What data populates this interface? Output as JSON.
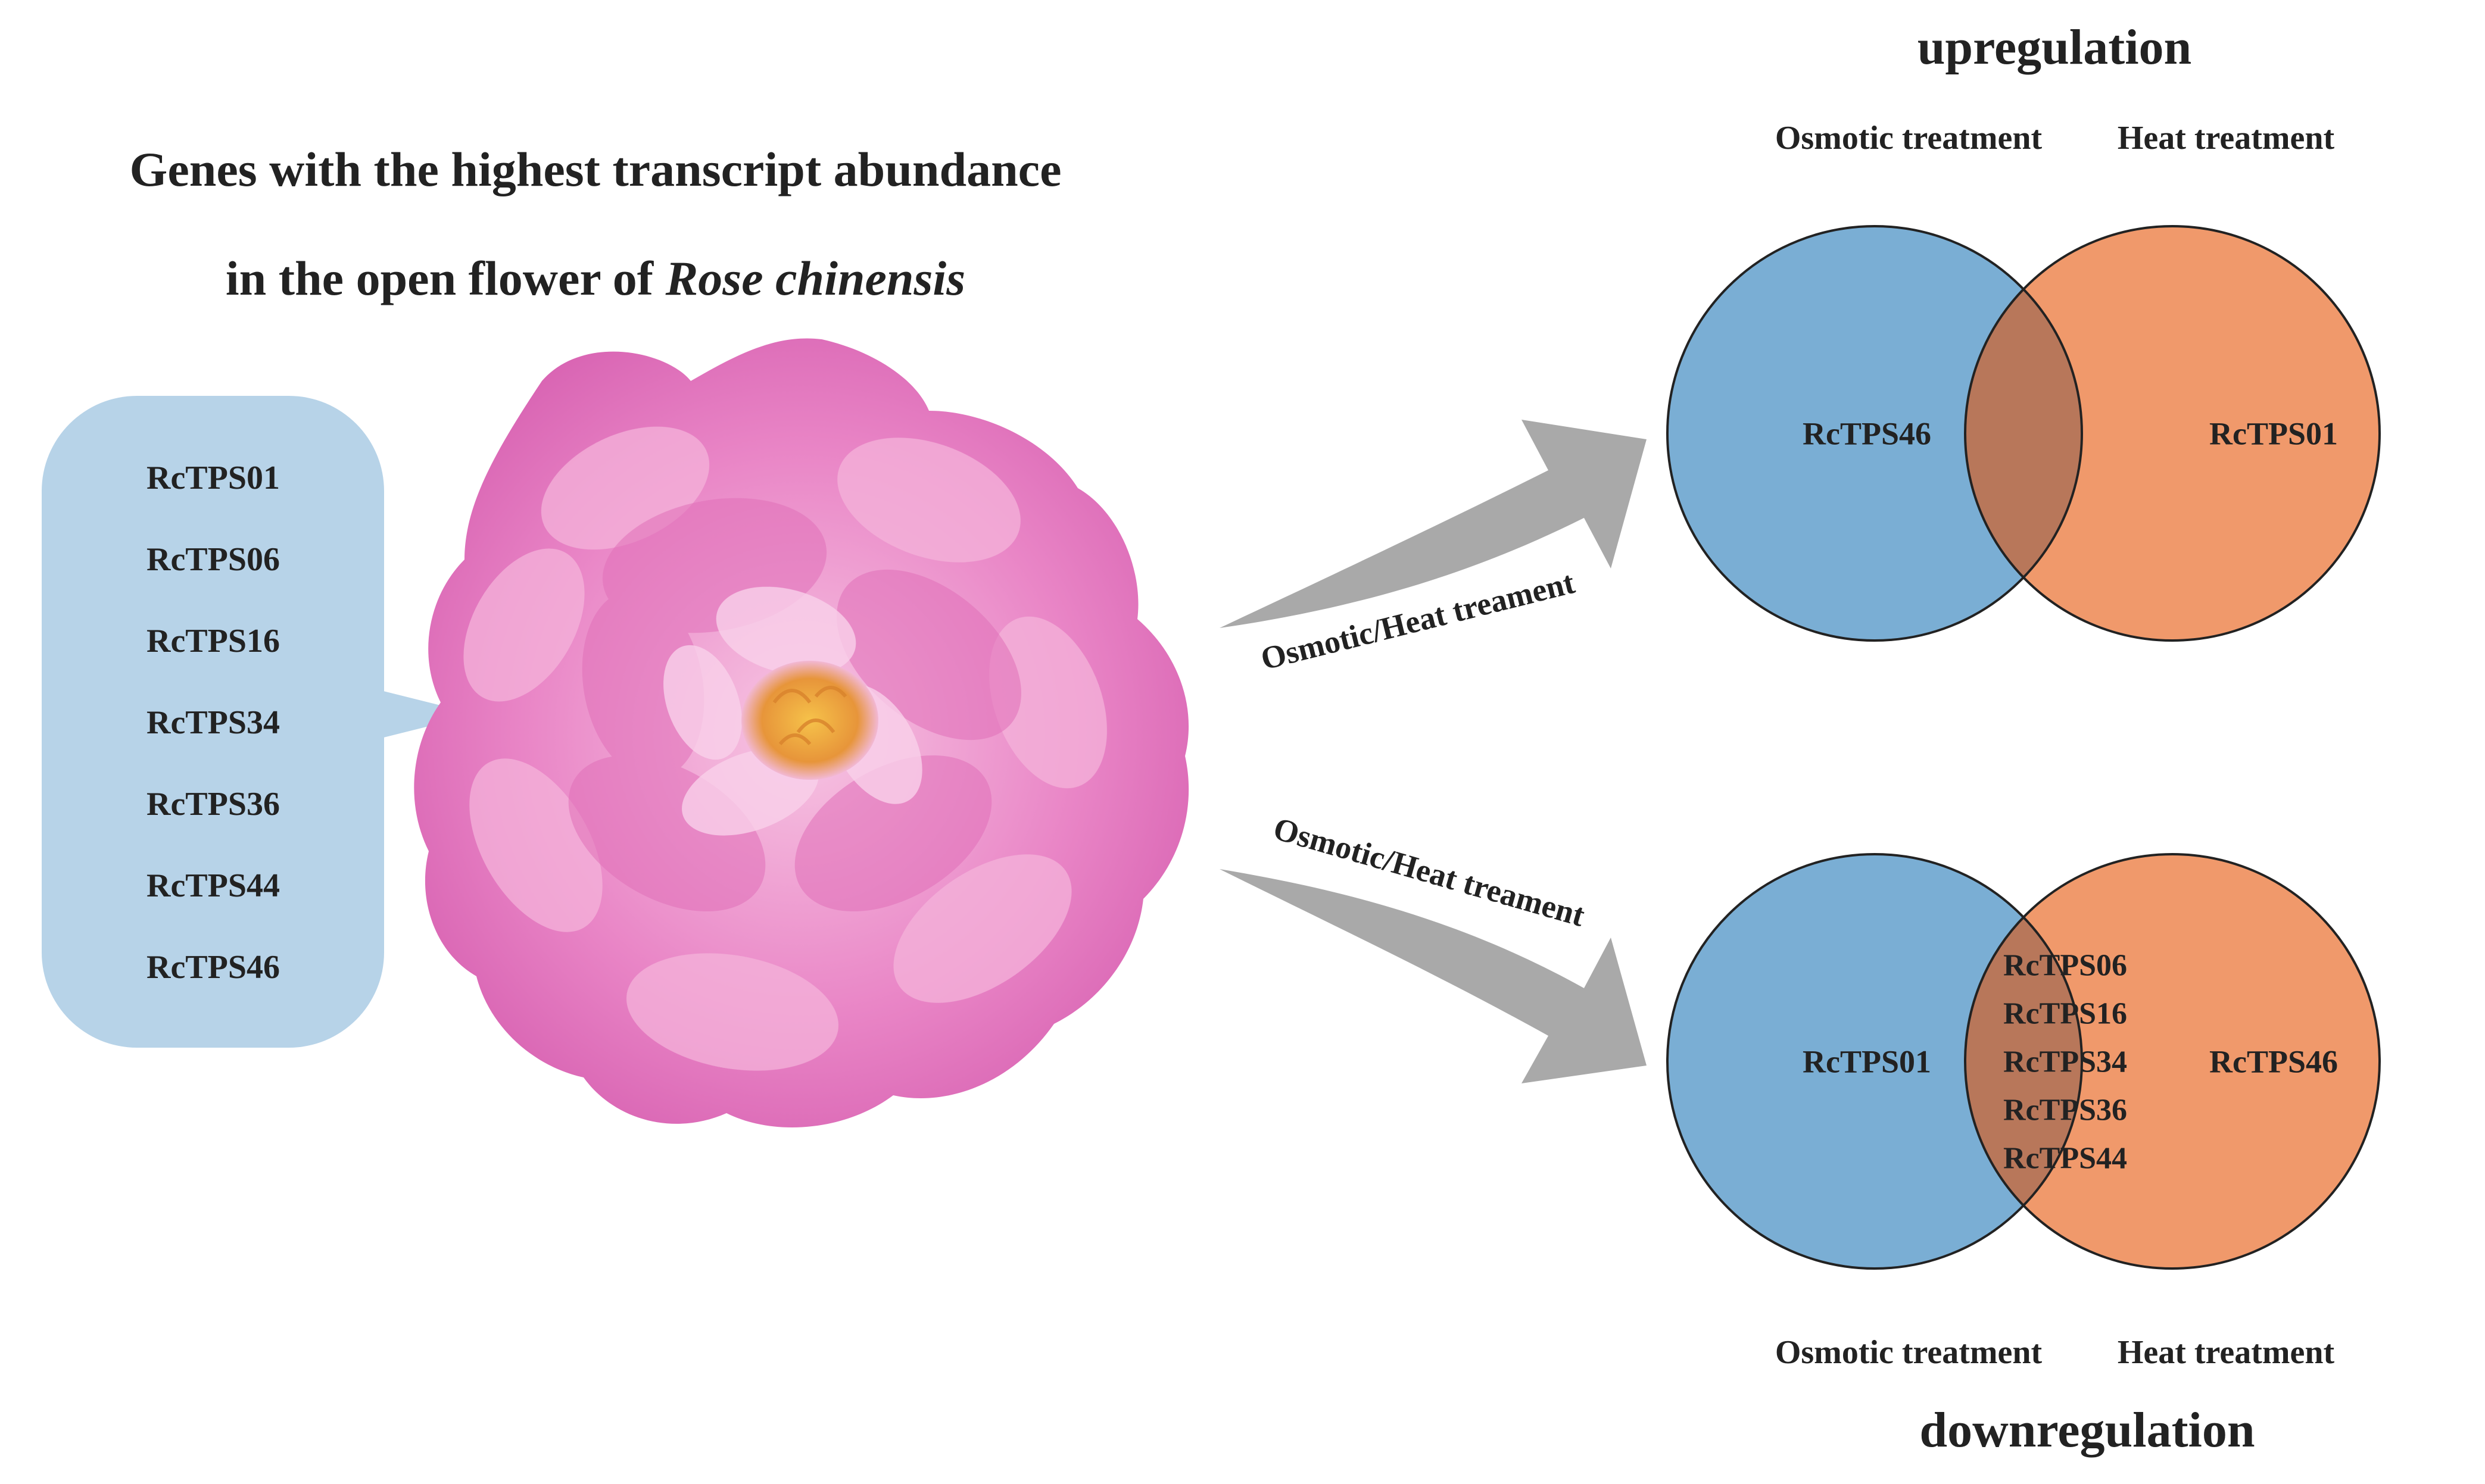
{
  "title": {
    "line1": "Genes with the highest transcript abundance",
    "line2_prefix": "in the open flower of ",
    "line2_species": "Rose chinensis"
  },
  "gene_list": [
    "RcTPS01",
    "RcTPS06",
    "RcTPS16",
    "RcTPS34",
    "RcTPS36",
    "RcTPS44",
    "RcTPS46"
  ],
  "arrows": {
    "up_label": "Osmotic/Heat treament",
    "down_label": "Osmotic/Heat treament"
  },
  "upregulation": {
    "title": "upregulation",
    "left_set_label": "Osmotic treatment",
    "right_set_label": "Heat treatment",
    "left_only": [
      "RcTPS46"
    ],
    "overlap": [],
    "right_only": [
      "RcTPS01"
    ]
  },
  "downregulation": {
    "title": "downregulation",
    "left_set_label": "Osmotic treatment",
    "right_set_label": "Heat treatment",
    "left_only": [
      "RcTPS01"
    ],
    "overlap": [
      "RcTPS06",
      "RcTPS16",
      "RcTPS34",
      "RcTPS36",
      "RcTPS44"
    ],
    "right_only": [
      "RcTPS46"
    ]
  },
  "colors": {
    "osmotic_circle": "#7aaed4",
    "heat_circle": "#f0996b",
    "overlap": "#b8775a",
    "gene_box": "#b7d3e8",
    "arrow": "#a9a9a9",
    "flower_pink": "#e985c6"
  },
  "image": {
    "subject": "pink rose flower"
  }
}
